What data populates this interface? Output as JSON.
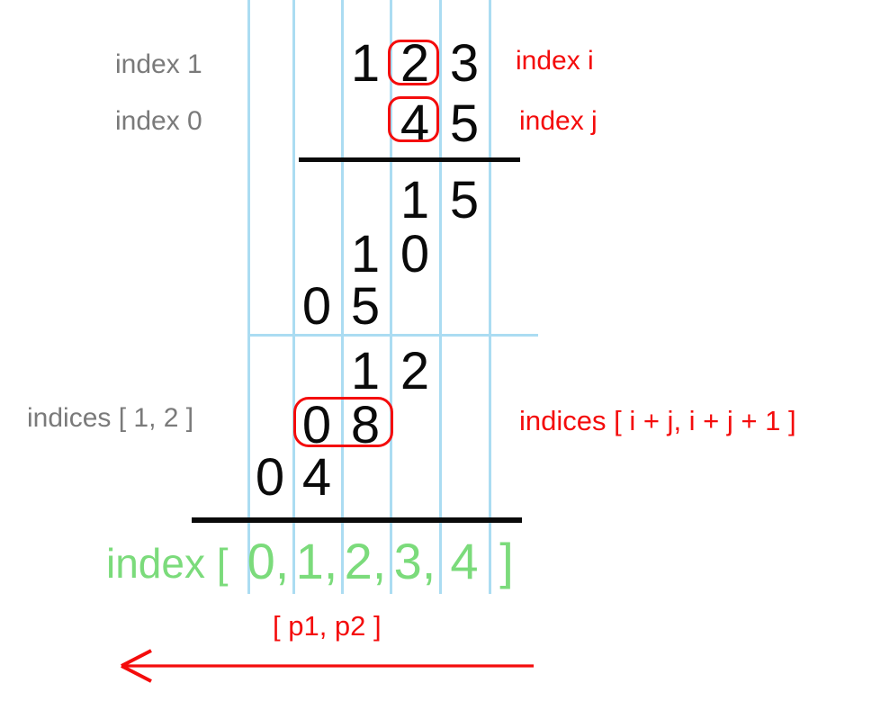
{
  "colors": {
    "guide_blue": "#abdcf2",
    "ink": "#0a0a0a",
    "gray": "#7a7a7a",
    "red": "#f40c0c",
    "green": "#7bdb7b",
    "bg": "#ffffff"
  },
  "labels": {
    "row1_left": "index 1",
    "row2_left": "index 0",
    "row1_right": "index i",
    "row2_right": "index j",
    "sum_left": "indices [ 1, 2 ]",
    "sum_right": "indices [ i + j, i + j + 1 ]",
    "result_label": "index [",
    "result_bracket_close": "]",
    "pointers": "[ p1, p2 ]"
  },
  "digits": {
    "operand1": [
      "1",
      "2",
      "3"
    ],
    "operand2": [
      "4",
      "5"
    ],
    "p15": [
      "1",
      "5"
    ],
    "p10": [
      "1",
      "0"
    ],
    "p05": [
      "0",
      "5"
    ],
    "p12": [
      "1",
      "2"
    ],
    "p08": [
      "0",
      "8"
    ],
    "p04": [
      "0",
      "4"
    ],
    "result_indices": [
      "0,",
      "1,",
      "2,",
      "3,",
      "4"
    ]
  }
}
